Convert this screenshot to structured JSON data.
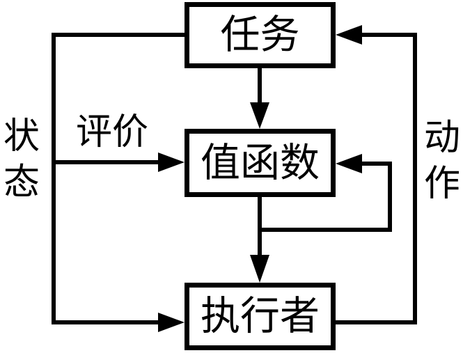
{
  "diagram": {
    "nodes": {
      "task": {
        "label": "任务"
      },
      "value_function": {
        "label": "值函数"
      },
      "actor": {
        "label": "执行者"
      }
    },
    "edge_labels": {
      "state": "状态",
      "evaluation": "评价",
      "action": "动作"
    },
    "colors": {
      "line": "#000000",
      "background": "#ffffff",
      "box_fill": "#ffffff"
    }
  }
}
